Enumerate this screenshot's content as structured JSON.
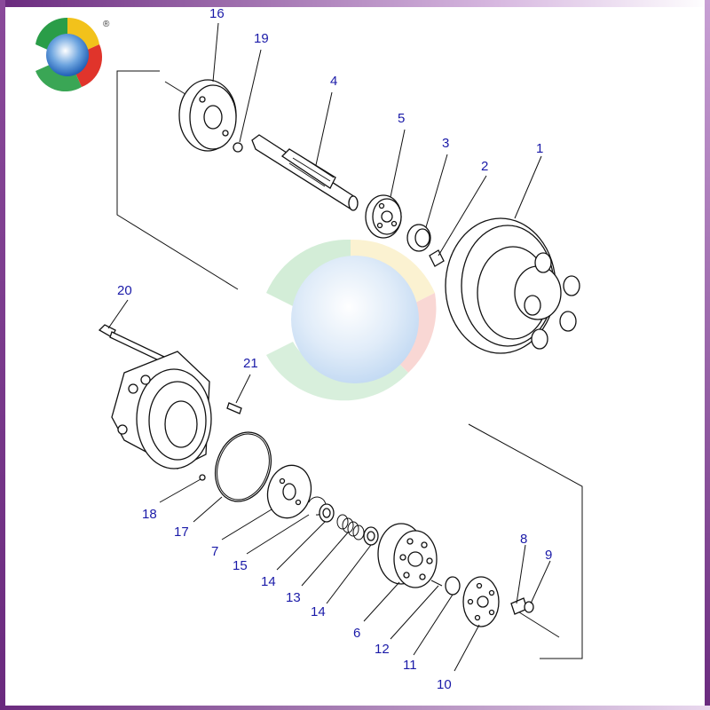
{
  "logo": {
    "name": "company-logo",
    "registered_mark": "®"
  },
  "parts": [
    {
      "number": "1"
    },
    {
      "number": "2"
    },
    {
      "number": "3"
    },
    {
      "number": "4"
    },
    {
      "number": "5"
    },
    {
      "number": "6"
    },
    {
      "number": "7"
    },
    {
      "number": "8"
    },
    {
      "number": "9"
    },
    {
      "number": "10"
    },
    {
      "number": "11"
    },
    {
      "number": "12"
    },
    {
      "number": "13"
    },
    {
      "number": "14"
    },
    {
      "number": "14"
    },
    {
      "number": "15"
    },
    {
      "number": "16"
    },
    {
      "number": "17"
    },
    {
      "number": "18"
    },
    {
      "number": "19"
    },
    {
      "number": "20"
    },
    {
      "number": "21"
    }
  ],
  "colors": {
    "label": "#1a1aa8",
    "frame": "#6a2a7e",
    "line": "#111111"
  }
}
